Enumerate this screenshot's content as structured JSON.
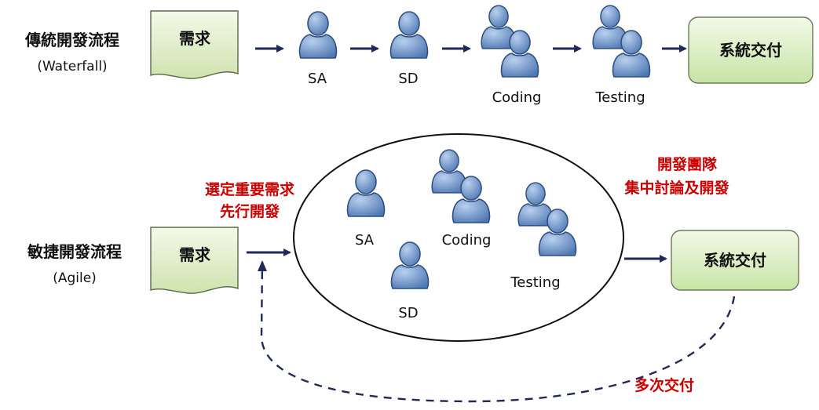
{
  "waterfall": {
    "title": "傳統開發流程",
    "subtitle": "(Waterfall)",
    "requirement": "需求",
    "roles": [
      "SA",
      "SD",
      "Coding",
      "Testing"
    ],
    "delivery": "系統交付"
  },
  "agile": {
    "title": "敏捷開發流程",
    "subtitle": "(Agile)",
    "requirement": "需求",
    "select_note": [
      "選定重要需求",
      "先行開發"
    ],
    "team_note": [
      "開發團隊",
      "集中討論及開發"
    ],
    "roles": [
      "SA",
      "Coding",
      "SD",
      "Testing"
    ],
    "delivery": "系統交付",
    "iteration_note": "多次交付"
  },
  "colors": {
    "arrow": "#1f2a55",
    "note_text": "#cc0000",
    "doc_fill": "#dcecc2",
    "delivery_fill": "#d8edc0",
    "person_fill": "#6f95c8"
  }
}
